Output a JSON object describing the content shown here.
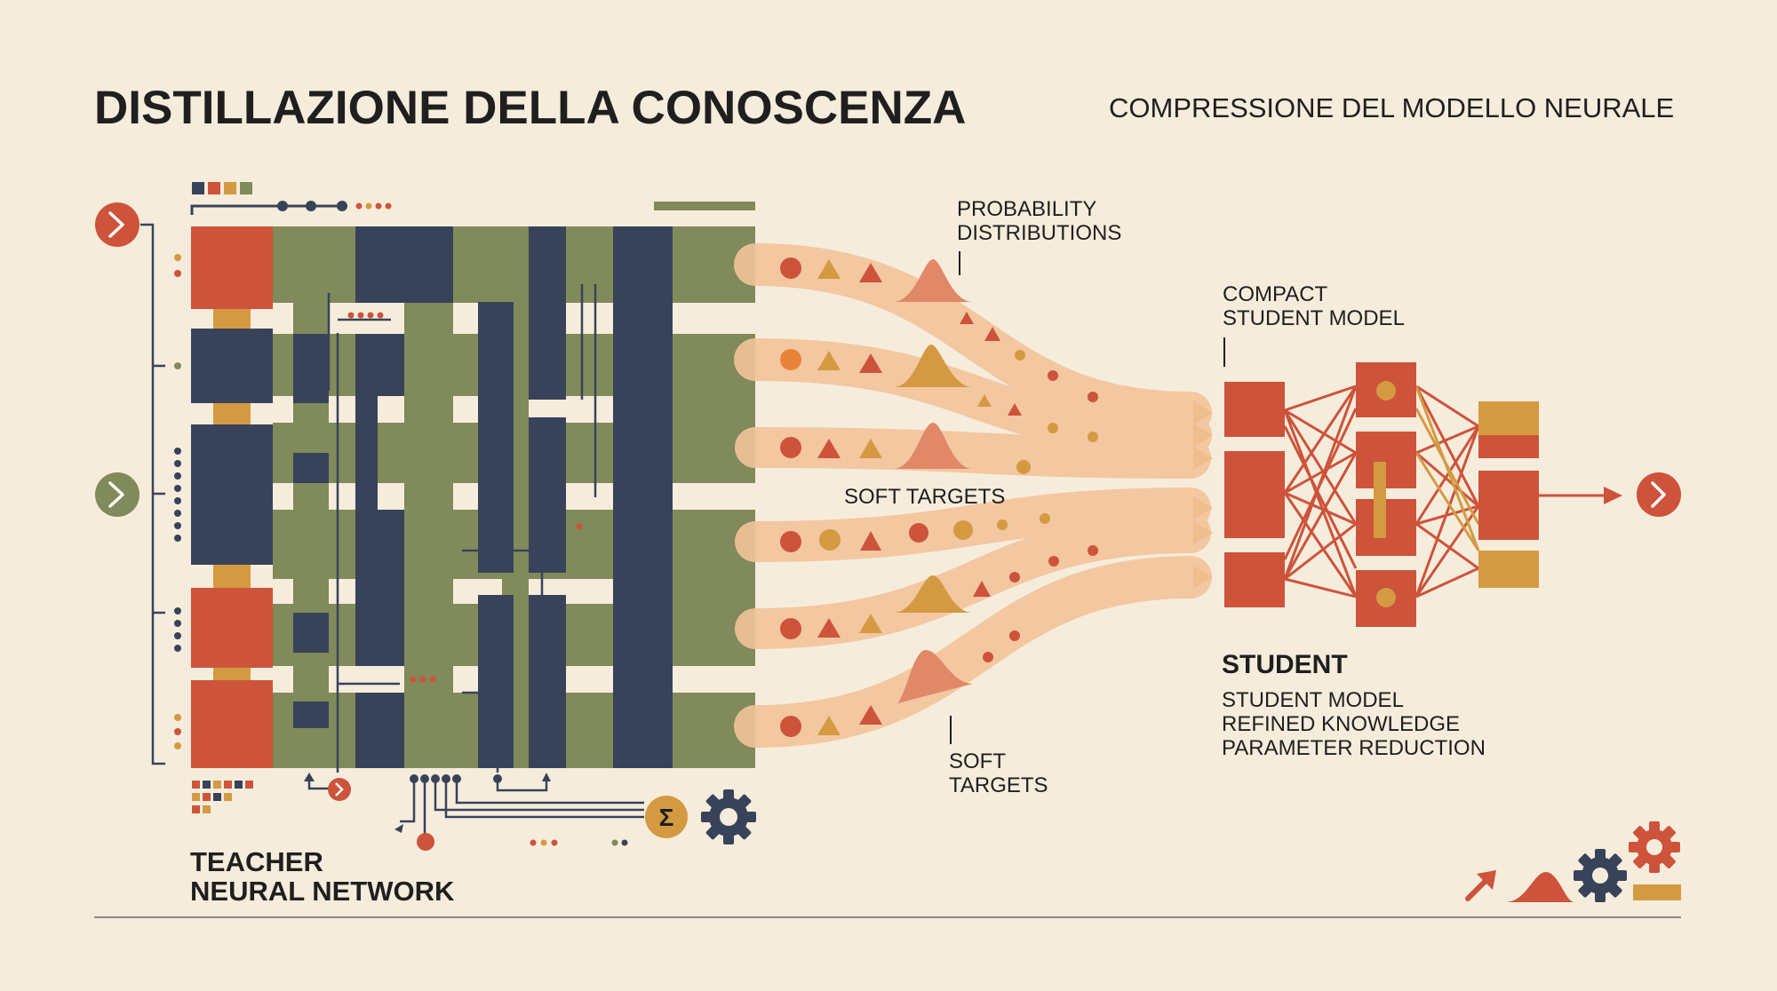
{
  "header": {
    "title": "DISTILLAZIONE DELLA CONOSCENZA",
    "subtitle": "COMPRESSIONE DEL MODELLO NEURALE"
  },
  "teacher": {
    "label_line1": "TEACHER",
    "label_line2": "NEURAL NETWORK"
  },
  "flow": {
    "prob_line1": "PROBABILITY",
    "prob_line2": "DISTRIBUTIONS",
    "soft_targets_mid": "SOFT TARGETS",
    "soft_targets_bottom_line1": "SOFT",
    "soft_targets_bottom_line2": "TARGETS"
  },
  "student": {
    "compact_line1": "COMPACT",
    "compact_line2": "STUDENT MODEL",
    "heading": "STUDENT",
    "details": [
      "STUDENT MODEL",
      "REFINED KNOWLEDGE",
      "PARAMETER REDUCTION"
    ]
  },
  "icons": {
    "sum_symbol": "Σ",
    "input_arrow_icon": "chevron-right-icon",
    "output_arrow_icon": "chevron-right-icon",
    "gear_icon": "gear-icon"
  },
  "colors": {
    "background": "#f6ecdc",
    "red": "#cd533b",
    "navy": "#38435a",
    "olive": "#808a5a",
    "ochre": "#d49a42",
    "salmon": "#e08868",
    "flow": "#f3c49a",
    "ink": "#1f1f1f"
  }
}
